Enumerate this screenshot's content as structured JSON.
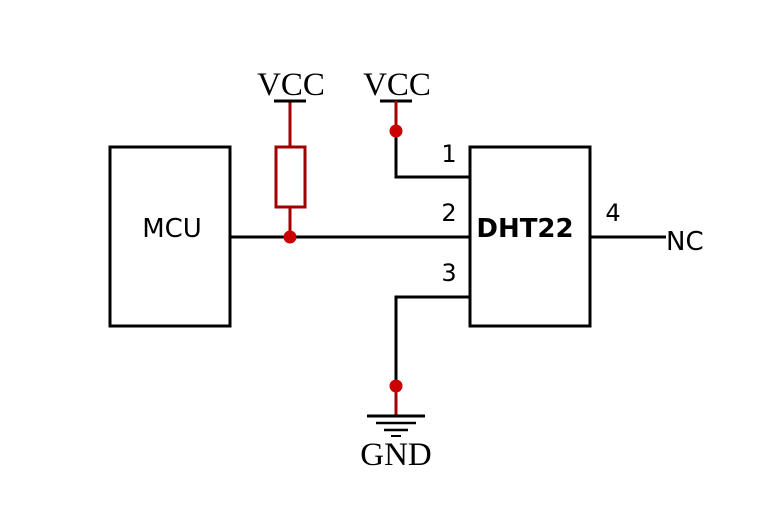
{
  "diagram": {
    "mcu_label": "MCU",
    "sensor_label": "DHT22",
    "pins": {
      "pin1": "1",
      "pin2": "2",
      "pin3": "3",
      "pin4": "4"
    },
    "vcc_left_label": "VCC",
    "vcc_right_label": "VCC",
    "gnd_label": "GND",
    "nc_label": "NC",
    "colors": {
      "wire": "#000000",
      "pullup_resistor": "#a00000",
      "junction": "#cc0000"
    }
  }
}
